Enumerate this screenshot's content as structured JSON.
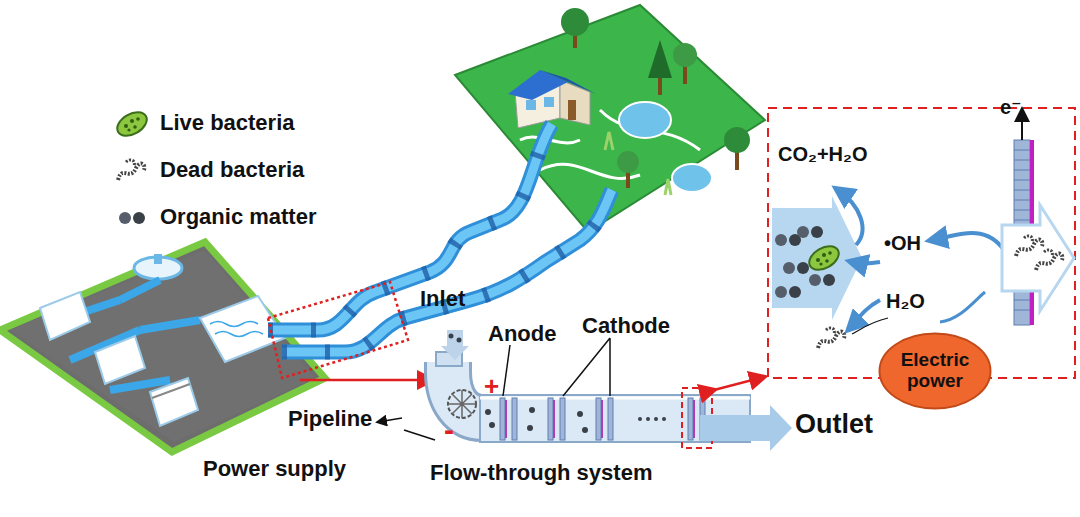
{
  "diagram": {
    "nodes": [
      {
        "text": [
          "Electric power"
        ]
      }
    ],
    "labels": [
      "Inlet",
      "Anode",
      "Cathode",
      "Pipeline",
      "Power supply",
      "Flow-through system",
      "Outlet",
      "CO₂+H₂O",
      "•OH",
      "H₂O",
      "e⁻",
      "+",
      "-"
    ],
    "legend": [
      {
        "text": "Live bacteria"
      },
      {
        "text": "Dead bacteria"
      },
      {
        "text": "Organic matter"
      }
    ]
  }
}
